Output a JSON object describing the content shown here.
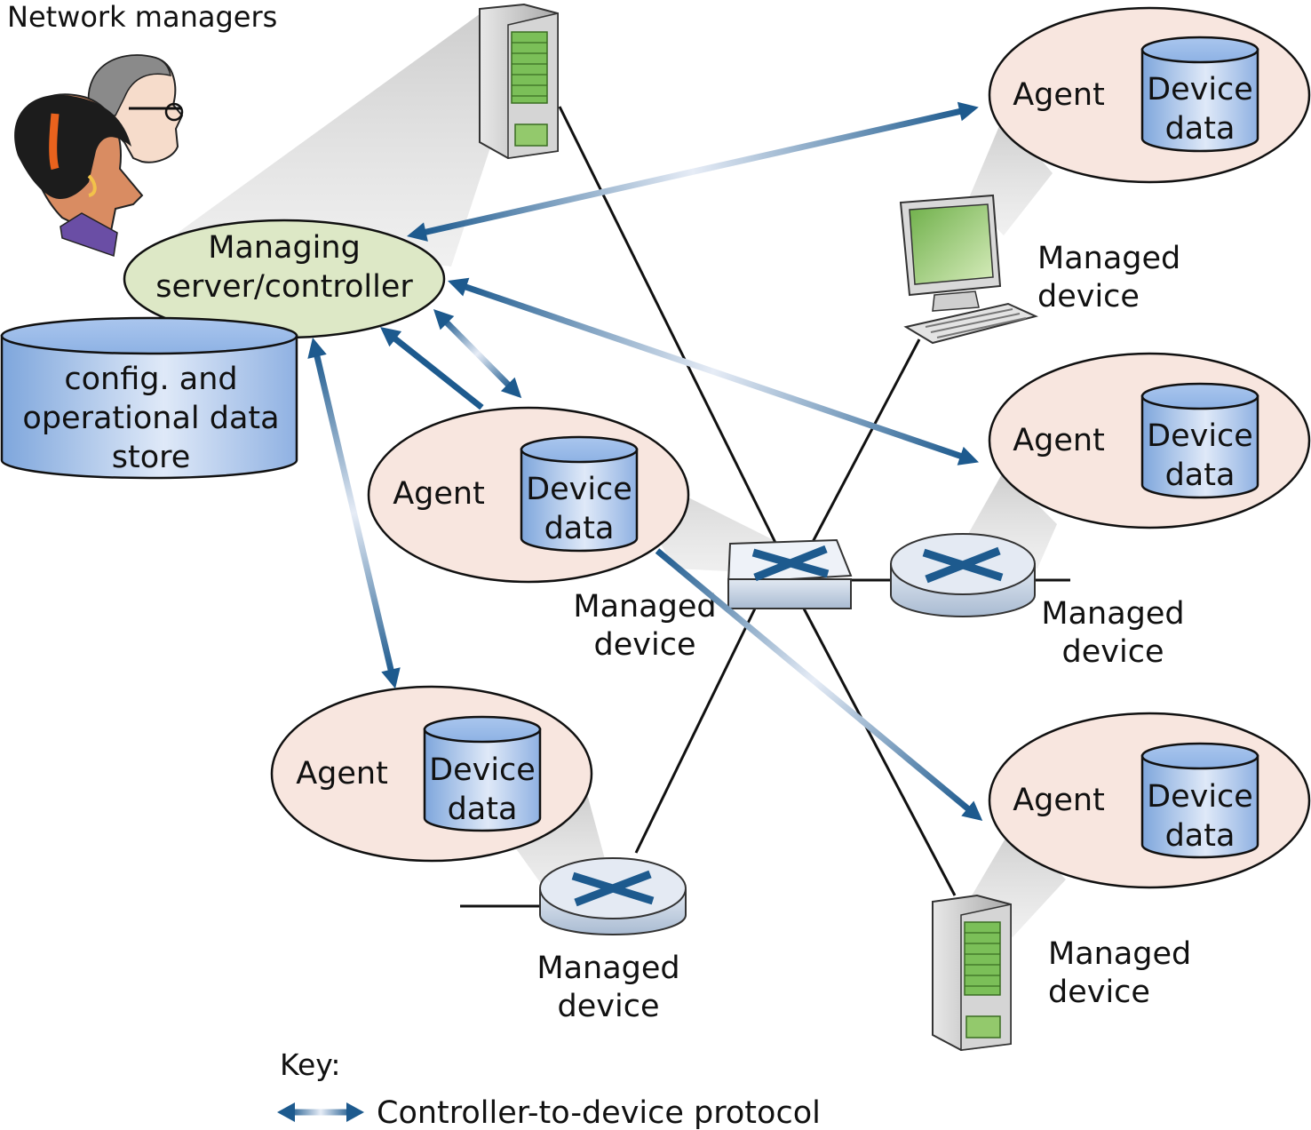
{
  "title": "Network managers",
  "controller": {
    "line1": "Managing",
    "line2": "server/controller"
  },
  "datastore": {
    "line1": "config. and",
    "line2": "operational data",
    "line3": "store"
  },
  "agent_label": "Agent",
  "device_data": {
    "line1": "Device",
    "line2": "data"
  },
  "managed_device": {
    "line1": "Managed",
    "line2": "device"
  },
  "key": {
    "title": "Key:",
    "protocol": "Controller-to-device protocol"
  },
  "colors": {
    "agent_fill": "#f8e6df",
    "controller_fill": "#dde8c6",
    "arrow": "#1d5a8e",
    "cylinder": "#9fbde6",
    "device_body": "#c6d4e6"
  }
}
